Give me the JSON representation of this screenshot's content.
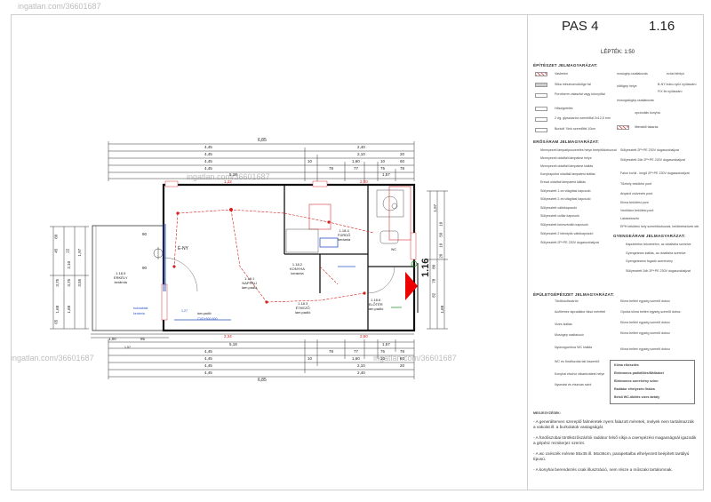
{
  "header": {
    "title": "PAS 4",
    "sheet_number": "1.16",
    "scale": "LÉPTÉK: 1:50"
  },
  "watermarks": [
    "ingatlan.com/36601687",
    "ingatlan.com/36601687",
    "ingatlan.com/36601687",
    "ingatlan.com/36601687"
  ],
  "plan": {
    "section_marker": "1.16",
    "orientation": "É-NY",
    "dimensions_top": [
      [
        "6,85"
      ],
      [
        "4,45",
        "2,40"
      ],
      [
        "4,45",
        "2,10",
        "20"
      ],
      [
        "4,45",
        "10",
        "1,60",
        "10",
        "60"
      ],
      [
        "4,45",
        "78",
        "77",
        "75",
        "78"
      ],
      [
        "5,18",
        "1,57"
      ]
    ],
    "dimensions_bottom": [
      [
        "5,18",
        "1,57"
      ],
      [
        "4,45",
        "78",
        "77",
        "75",
        "78"
      ],
      [
        "4,45",
        "10",
        "1,60",
        "10",
        "60"
      ],
      [
        "4,45",
        "2,10",
        "20"
      ],
      [
        "4,45",
        "2,40"
      ],
      [
        "6,85"
      ]
    ],
    "dims_left": [
      "3,75",
      "3,55",
      "1,68",
      "1,68",
      "1,97",
      "60",
      "45",
      "3,75",
      "65",
      "22",
      "2,10",
      "90"
    ],
    "dims_right": [
      "1,97",
      "10",
      "50",
      "10",
      "20",
      "80",
      "78",
      "82",
      "1,68"
    ],
    "inner_dims": [
      "1,00",
      "95",
      "2,34",
      "2,50",
      "1,22",
      "2,50",
      "90"
    ],
    "rooms": [
      {
        "number": "1.18.1",
        "name": "NAPPALI",
        "floor": "lam.padló"
      },
      {
        "number": "1.18.2",
        "name": "KONYHA",
        "floor": "kerámia"
      },
      {
        "number": "1.18.3",
        "name": "ÉTKEZŐ",
        "floor": "lam.padló"
      },
      {
        "number": "1.18.4",
        "name": "FÜRDŐ",
        "floor": "kerámia"
      },
      {
        "number": "1.18.5",
        "name": "ERKÉLY",
        "floor": "kerámia"
      },
      {
        "number": "1.18.6",
        "name": "ELŐTÉR",
        "floor": "lam.padló"
      }
    ],
    "labels": [
      "bukóablak",
      "kerámia",
      "lam.padló",
      "CVD+500,600",
      "1,27",
      "1,57",
      "WC"
    ]
  },
  "legend": {
    "epitesz_title": "ÉPÍTÉSZET JELMAGYARÁZAT:",
    "epitesz_items": [
      "Vasbeton",
      "Silka mészhomokkőge fal",
      "Porotherm válaszfal vagy könnyűfal",
      "Hőszigetelés",
      "2 rtg. gipszkarton szerelőfal 2x12,5 mm",
      "Burkolt ?önk szerelőfal 10cm"
    ],
    "epitesz_right": [
      "mosógép-csatlakozás",
      "ezüst lefolyó",
      "hűtőgép helye",
      "B-NY buko-nyíló nyílászáró",
      "FIX fix nyílászáró",
      "mosogatógép-csatlakozás",
      "opcionális konyha",
      "lifteraktő takarás"
    ],
    "erosaram_title": "ERŐSÁRAM JELMAGYARÁZAT:",
    "erosaram_left": [
      "Mennyezeti lámpatípuszerelés helye beépítődobozzal",
      "Mennyezeti oldalfali lámpatest helye",
      "Mennyezeti oldalfali lámpatest kiállás",
      "Konyhapultot oldalfali lámpatest kiállás",
      "Ereszt oldalfali lámpatest kiállás",
      "Süllyesztett 1-es világítási kapcsoló",
      "Süllyesztett 2-es világítási kapcsoló",
      "Süllyesztett váltókapcsoló",
      "Süllyesztett csillár kapcsoló",
      "Süllyesztett keresztváltó kapcsoló",
      "Süllyesztett 2 bilentyűs váltókapcsoló",
      "Süllyesztett 2P+PE 230V dugaszolóaljzat"
    ],
    "erosaram_right": [
      "Süllyesztett 2P+PE 230V dugaszolóaljzat",
      "Süllyesztett 2db 2P+PE 230V dugaszolóaljzat",
      "Falon kívüli - lengő 2P+PE 230V dugaszolóaljzat",
      "Tűzhely bekötési pont",
      "Anyáról csövezés pont",
      "Klíma bekötési pont",
      "Ventilátor bekötési pont",
      "Lakáselosztó",
      "EPH bekötési hely szerelődobozzal, beültetéskövek stb."
    ],
    "gyengearam_title": "GYENGEÁRAM JELMAGYARÁZAT:",
    "gyengearam_items": [
      "Kaputelefon tekotelefon, az oldalfalra szerelve",
      "Gyengeáram kiállás, az oldalfalra szerelve",
      "Gyengeáramú fogadó szerelvény",
      "Süllyesztett 2db 2P+PE 230V dugaszolóaljzat"
    ],
    "gepeszet_title": "ÉPÜLETGÉPÉSZET JELMAGYARÁZAT:",
    "gepeszet_left": [
      "Törölközőszárító",
      "Acéllemez lapradiátor falsó mérettel",
      "Vizes kiállás",
      "Mosógép csatlakozó",
      "Nyomógombos WC kiállás",
      "WC és fürdőszoba fali kiszerelő",
      "Konyhai elszívó rákaekvátest helye",
      "Nyomást és elszívás szint"
    ],
    "gepeszet_right": [
      "Klíma beltéri egység szerelő doboz",
      "Opcióa klíma beltéri egység szerelő doboz",
      "Klíma beltéri egység szerelő doboz",
      "Klíma beltéri egység szerelő doboz",
      "Klíma beltéri egység szerelő doboz"
    ],
    "fittings": [
      "Klíma elkészítés",
      "Elektromos padlófűtés/fűtőkábel",
      "Elektromos szerelvény szine:",
      "Radiátor elhelyezés fixálva",
      "Belső WC-öblítés vízes tartály"
    ]
  },
  "notes": {
    "title": "MEGJEGYZÉSEK:",
    "lines": [
      "- A generálterven szereplő falméretek nyers falazott méretek, melyek nem tartalmazzák a vakolat ill. a burkolatok vastagságát.",
      "- A fürdőszobai törölközőszárítói radiátor felső síkja a csempézési magasságnál igazodik a gépész rezsiterjez szerint.",
      "- A wc csészék mérete 55x35 ill. 56x36cm, parapettalba elhelyezett beépített tartályú típusú.",
      "- A konyhai berendezés csak illusztráció, nem része a műszaki tartalomnak."
    ]
  },
  "colors": {
    "line": "#222222",
    "red": "#d32020",
    "blue": "#2a55c8",
    "green": "#2a9a3a",
    "hatch": "#d66666"
  }
}
